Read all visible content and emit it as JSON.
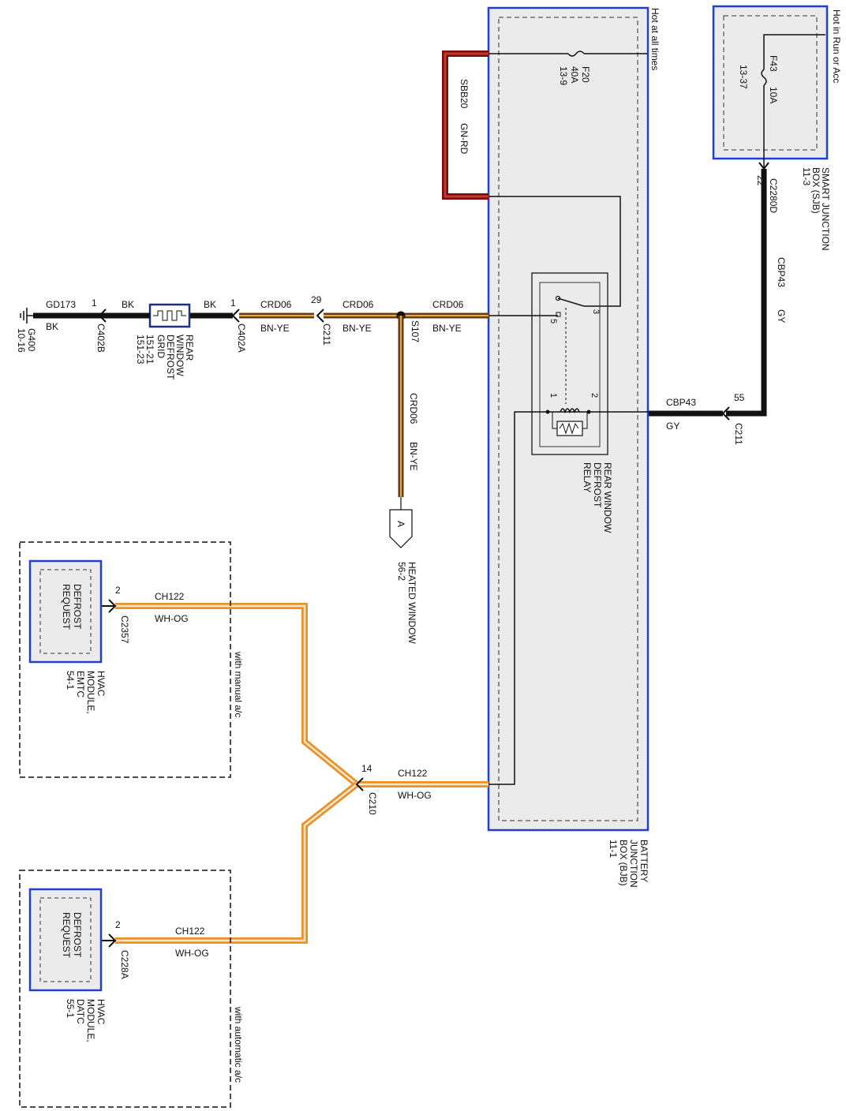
{
  "sjb": {
    "power_label": "Hot in Run or Acc",
    "fuse_name": "F43",
    "fuse_rating": "10A",
    "fuse_ref": "13-37",
    "name_line1": "SMART JUNCTION",
    "name_line2": "BOX (SJB)",
    "name_ref": "11-3",
    "connector": "C2280D",
    "pin": "22"
  },
  "bjb": {
    "power_label": "Hot at all times",
    "fuse_name": "F20",
    "fuse_rating": "40A",
    "fuse_ref": "13-9",
    "name_line1": "BATTERY",
    "name_line2": "JUNCTION",
    "name_line3": "BOX (BJB)",
    "name_ref": "11-1"
  },
  "relay": {
    "line1": "REAR WINDOW",
    "line2": "DEFROST",
    "line3": "RELAY",
    "pin1": "1",
    "pin2": "2",
    "pin3": "3",
    "pin5": "5"
  },
  "wires": {
    "sbb20": {
      "circuit": "SBB20",
      "color": "GN-RD"
    },
    "cbp43_vertical": {
      "circuit": "CBP43",
      "color": "GY"
    },
    "cbp43_horizontal": {
      "circuit": "CBP43",
      "color": "GY"
    },
    "crd06_a": {
      "circuit": "CRD06",
      "color": "BN-YE"
    },
    "crd06_b": {
      "circuit": "CRD06",
      "color": "BN-YE"
    },
    "crd06_c": {
      "circuit": "CRD06",
      "color": "BN-YE"
    },
    "crd06_down": {
      "circuit": "CRD06",
      "color": "BN-YE"
    },
    "bk_a": "BK",
    "bk_b": "BK",
    "gd173": {
      "circuit": "GD173",
      "color": "BK"
    },
    "ch122_c210": {
      "circuit": "CH122",
      "color": "WH-OG"
    },
    "ch122_c2357": {
      "circuit": "CH122",
      "color": "WH-OG"
    },
    "ch122_c228a": {
      "circuit": "CH122",
      "color": "WH-OG"
    }
  },
  "connectors": {
    "c211_top": {
      "name": "C211",
      "pin": "55"
    },
    "c211_mid": {
      "name": "C211",
      "pin": "29"
    },
    "c402a": {
      "name": "C402A",
      "pin": "1"
    },
    "c402b": {
      "name": "C402B",
      "pin": "1"
    },
    "c210": {
      "name": "C210",
      "pin": "14"
    },
    "c2357": {
      "name": "C2357",
      "pin": "2"
    },
    "c228a": {
      "name": "C228A",
      "pin": "2"
    }
  },
  "splice": "S107",
  "ground": {
    "name": "G400",
    "ref": "10-16"
  },
  "grid": {
    "line1": "REAR",
    "line2": "WINDOW",
    "line3": "DEFROST",
    "line4": "GRID",
    "ref1": "151-21",
    "ref2": "151-23"
  },
  "heated_window": {
    "letter": "A",
    "line1": "HEATED WINDOW",
    "ref": "56-2"
  },
  "hvac_manual": {
    "option": "with manual a/c",
    "box_line1": "DEFROST",
    "box_line2": "REQUEST",
    "name1": "HVAC",
    "name2": "MODULE,",
    "name3": "EMTC",
    "ref": "54-1"
  },
  "hvac_auto": {
    "option": "with automatic a/c",
    "box_line1": "DEFROST",
    "box_line2": "REQUEST",
    "name1": "HVAC",
    "name2": "MODULE,",
    "name3": "DATC",
    "ref": "55-1"
  },
  "colors": {
    "module_border": "#1f3fd6",
    "module_fill": "#ebebeb",
    "gn_rd_outer": "#7a0c0c",
    "gn_rd_inner": "#c0392b",
    "bn_ye_outer": "#6b3a16",
    "bn_ye_inner": "#e0b030",
    "wh_og_outer": "#e8902a",
    "wh_og_inner": "#ffe8c8",
    "black": "#111111"
  }
}
